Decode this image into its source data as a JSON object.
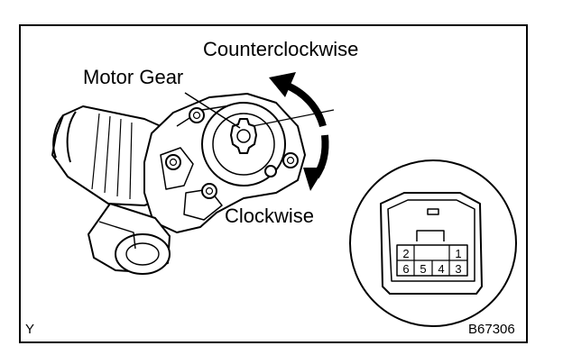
{
  "labels": {
    "motor_gear": "Motor Gear",
    "counterclockwise": "Counterclockwise",
    "clockwise": "Clockwise",
    "corner_letter": "Y",
    "figure_code": "B67306"
  },
  "connector": {
    "top_row": [
      "2",
      "1"
    ],
    "bottom_row": [
      "6",
      "5",
      "4",
      "3"
    ]
  }
}
